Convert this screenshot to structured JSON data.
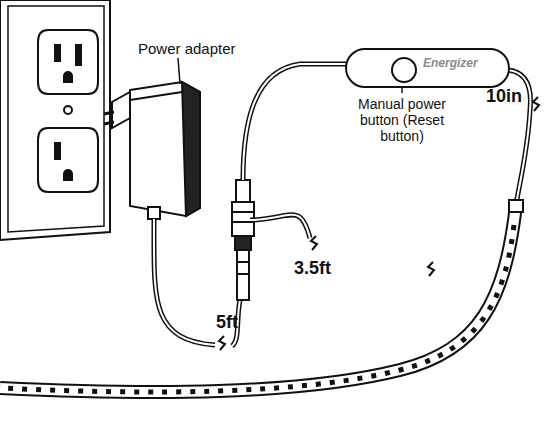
{
  "diagram": {
    "nodes": [
      {
        "text": [
          "Energizer"
        ]
      }
    ],
    "labels": [
      "Power adapter",
      "Manual power button (Reset button)",
      "10in",
      "3.5ft",
      "5ft"
    ]
  }
}
